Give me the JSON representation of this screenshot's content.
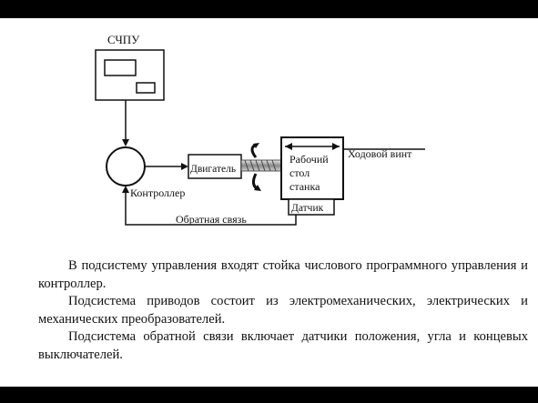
{
  "diagram": {
    "chpu_label": "СЧПУ",
    "motor_label": "Двигатель",
    "controller_label": "Контроллер",
    "table_line1": "Рабочий",
    "table_line2": "стол",
    "table_line3": "станка",
    "lead_screw_label": "Ходовой винт",
    "sensor_label": "Датчик",
    "feedback_label": "Обратная связь"
  },
  "paragraphs": [
    "В подсистему управления входят стойка числового программного управления и контроллер.",
    "Подсистема приводов состоит из электромеханических, электрических и механических преобразователей.",
    "Подсистема обратной связи включает датчики положения, угла и концевых выключателей."
  ]
}
